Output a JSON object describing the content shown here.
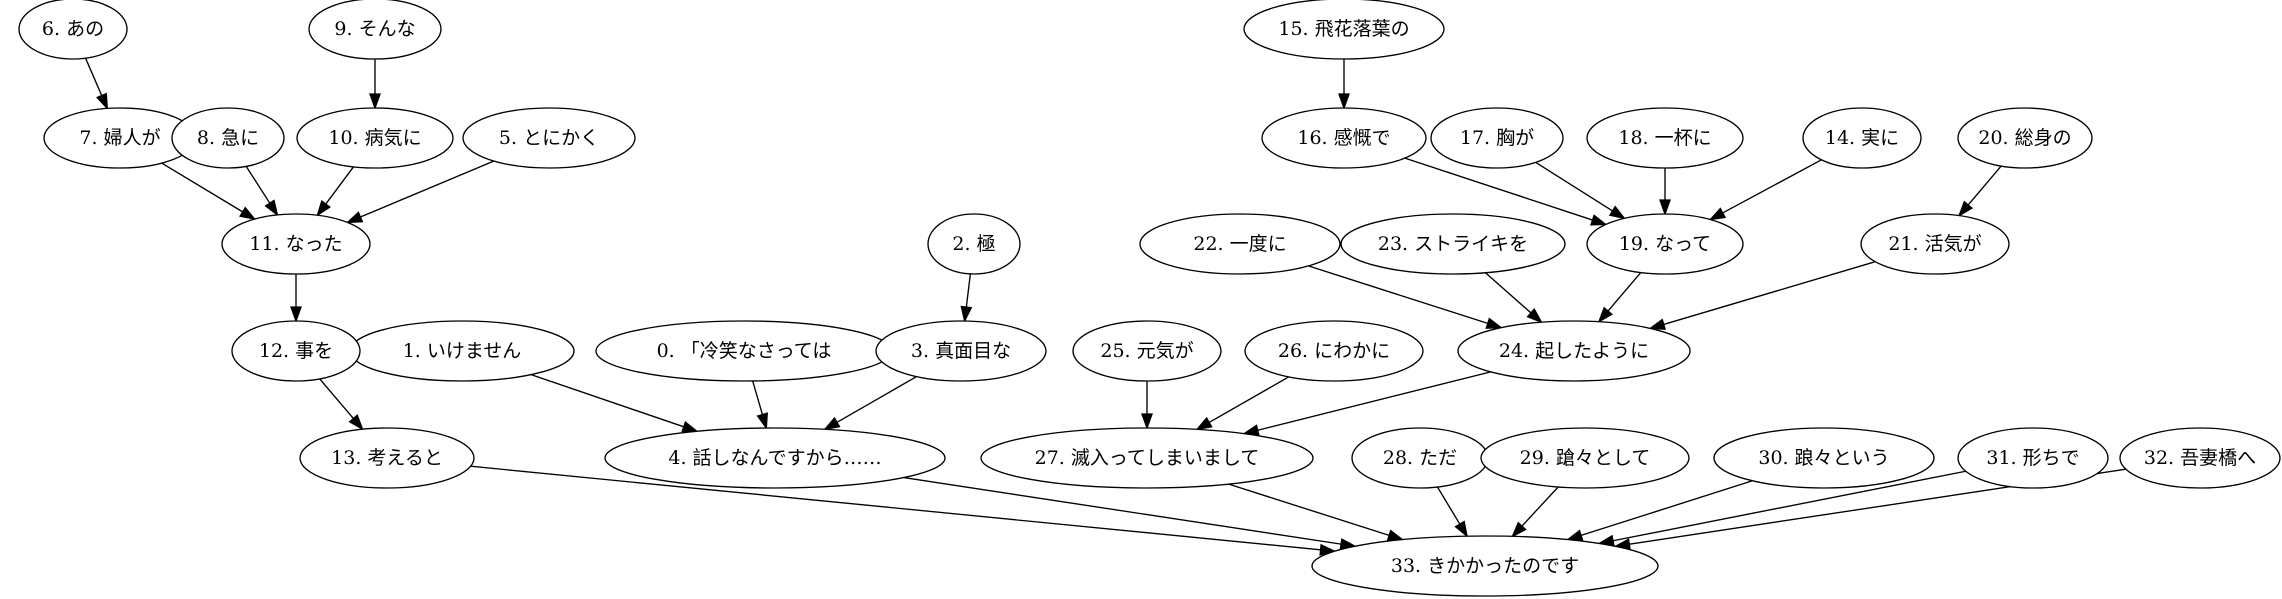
{
  "graph": {
    "nodes": [
      {
        "id": 0,
        "label": "0. 「冷笑なさっては"
      },
      {
        "id": 1,
        "label": "1. いけません"
      },
      {
        "id": 2,
        "label": "2. 極"
      },
      {
        "id": 3,
        "label": "3. 真面目な"
      },
      {
        "id": 4,
        "label": "4. 話しなんですから……"
      },
      {
        "id": 5,
        "label": "5. とにかく"
      },
      {
        "id": 6,
        "label": "6. あの"
      },
      {
        "id": 7,
        "label": "7. 婦人が"
      },
      {
        "id": 8,
        "label": "8. 急に"
      },
      {
        "id": 9,
        "label": "9. そんな"
      },
      {
        "id": 10,
        "label": "10. 病気に"
      },
      {
        "id": 11,
        "label": "11. なった"
      },
      {
        "id": 12,
        "label": "12. 事を"
      },
      {
        "id": 13,
        "label": "13. 考えると"
      },
      {
        "id": 14,
        "label": "14. 実に"
      },
      {
        "id": 15,
        "label": "15. 飛花落葉の"
      },
      {
        "id": 16,
        "label": "16. 感慨で"
      },
      {
        "id": 17,
        "label": "17. 胸が"
      },
      {
        "id": 18,
        "label": "18. 一杯に"
      },
      {
        "id": 19,
        "label": "19. なって"
      },
      {
        "id": 20,
        "label": "20. 総身の"
      },
      {
        "id": 21,
        "label": "21. 活気が"
      },
      {
        "id": 22,
        "label": "22. 一度に"
      },
      {
        "id": 23,
        "label": "23. ストライキを"
      },
      {
        "id": 24,
        "label": "24. 起したように"
      },
      {
        "id": 25,
        "label": "25. 元気が"
      },
      {
        "id": 26,
        "label": "26. にわかに"
      },
      {
        "id": 27,
        "label": "27. 滅入ってしまいまして"
      },
      {
        "id": 28,
        "label": "28. ただ"
      },
      {
        "id": 29,
        "label": "29. 蹌々として"
      },
      {
        "id": 30,
        "label": "30. 踉々という"
      },
      {
        "id": 31,
        "label": "31. 形ちで"
      },
      {
        "id": 32,
        "label": "32. 吾妻橋へ"
      },
      {
        "id": 33,
        "label": "33. きかかったのです"
      }
    ],
    "edges": [
      {
        "from": 6,
        "to": 7
      },
      {
        "from": 9,
        "to": 10
      },
      {
        "from": 7,
        "to": 11
      },
      {
        "from": 8,
        "to": 11
      },
      {
        "from": 10,
        "to": 11
      },
      {
        "from": 5,
        "to": 11
      },
      {
        "from": 11,
        "to": 12
      },
      {
        "from": 12,
        "to": 13
      },
      {
        "from": 2,
        "to": 3
      },
      {
        "from": 1,
        "to": 4
      },
      {
        "from": 0,
        "to": 4
      },
      {
        "from": 3,
        "to": 4
      },
      {
        "from": 15,
        "to": 16
      },
      {
        "from": 16,
        "to": 19
      },
      {
        "from": 17,
        "to": 19
      },
      {
        "from": 18,
        "to": 19
      },
      {
        "from": 14,
        "to": 19
      },
      {
        "from": 20,
        "to": 21
      },
      {
        "from": 22,
        "to": 24
      },
      {
        "from": 23,
        "to": 24
      },
      {
        "from": 19,
        "to": 24
      },
      {
        "from": 21,
        "to": 24
      },
      {
        "from": 25,
        "to": 27
      },
      {
        "from": 26,
        "to": 27
      },
      {
        "from": 24,
        "to": 27
      },
      {
        "from": 13,
        "to": 33
      },
      {
        "from": 4,
        "to": 33
      },
      {
        "from": 27,
        "to": 33
      },
      {
        "from": 28,
        "to": 33
      },
      {
        "from": 29,
        "to": 33
      },
      {
        "from": 30,
        "to": 33
      },
      {
        "from": 31,
        "to": 33
      },
      {
        "from": 32,
        "to": 33
      }
    ]
  }
}
